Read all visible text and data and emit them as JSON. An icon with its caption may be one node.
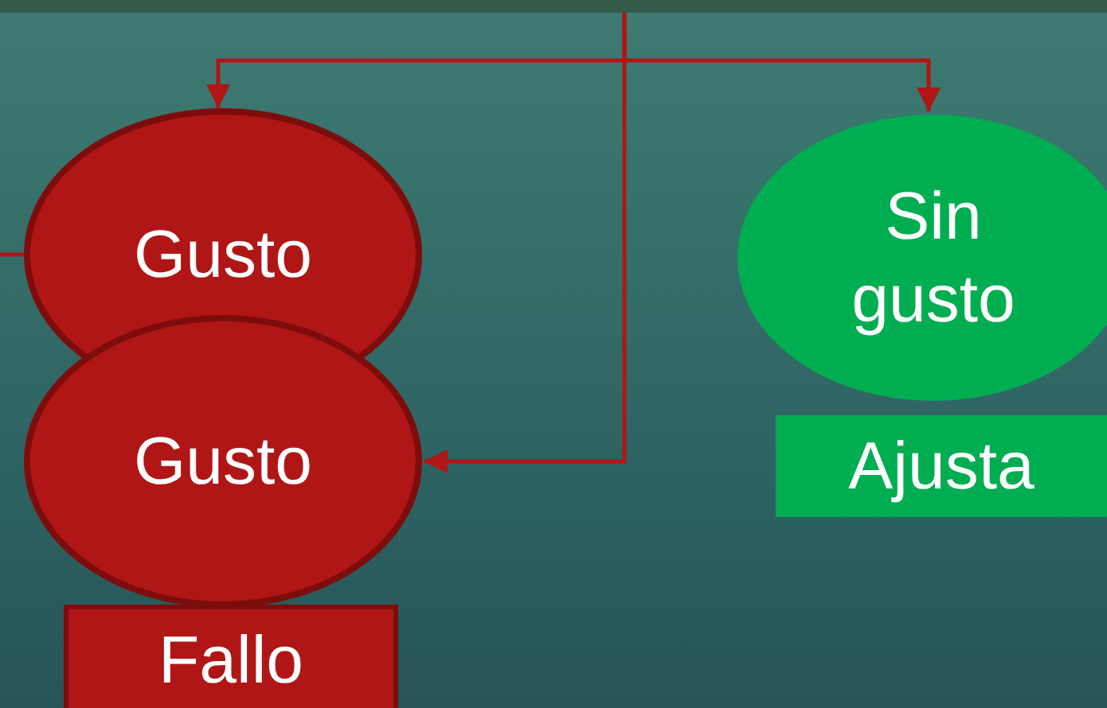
{
  "diagram": {
    "nodes": [
      {
        "text": [
          "Gusto"
        ]
      },
      {
        "text": [
          "Gusto"
        ]
      },
      {
        "text": [
          "Fallo"
        ]
      },
      {
        "text": [
          "Sin gusto"
        ]
      },
      {
        "text": [
          "Ajusta"
        ]
      }
    ],
    "edges": [
      {
        "from": null,
        "to": 0,
        "arrow": "to"
      },
      {
        "from": null,
        "to": 3,
        "arrow": "to"
      },
      {
        "from": null,
        "to": 1,
        "arrow": "to"
      },
      {
        "from": null,
        "to": 0,
        "arrow": "none"
      }
    ]
  }
}
